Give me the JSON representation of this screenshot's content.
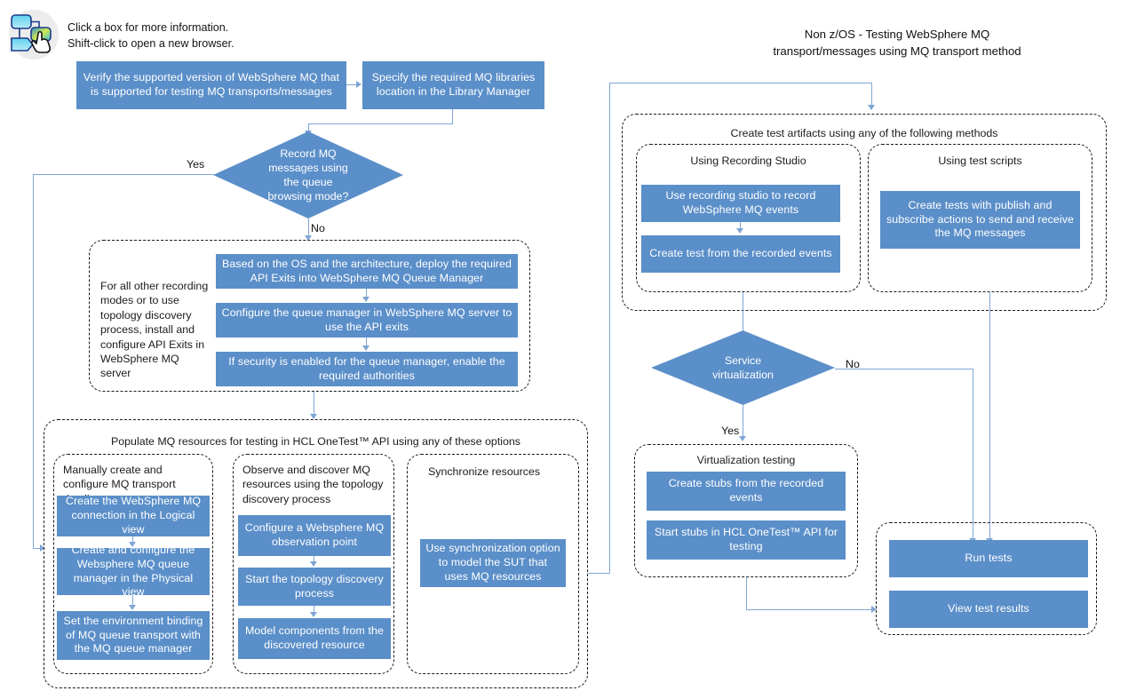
{
  "header": {
    "icon_name": "flowchart-click-icon",
    "note": "Click a box for more information.\nShift-click to open a new browser.",
    "title": "Non z/OS - Testing WebSphere MQ\ntransport/messages using MQ transport method"
  },
  "colors": {
    "box_fill": "#5b8fc9",
    "box_text": "#ffffff",
    "connector": "#7fa6d4",
    "dashed_border": "#1a1a1a",
    "page_text": "#1b1b1b"
  },
  "left_flow": {
    "step_verify": "Verify the supported version of WebSphere MQ that is supported for testing MQ transports/messages",
    "step_libraries": "Specify the required  MQ libraries location in the Library Manager",
    "decision_record": "Record MQ\nmessages using\nthe queue\nbrowsing mode?",
    "decision_record_yes": "Yes",
    "decision_record_no": "No",
    "api_exits_group": {
      "side_note": "For all other recording modes or to use topology discovery process, install and configure API Exits in WebSphere MQ server",
      "steps": [
        "Based on the OS and the architecture, deploy the required API Exits into WebSphere MQ Queue Manager",
        "Configure the queue manager in WebSphere MQ server to use the API exits",
        "If security is enabled for the queue manager, enable the required authorities"
      ]
    },
    "populate_group": {
      "title": "Populate MQ resources for testing in HCL OneTest™ API using any of these options",
      "columns": [
        {
          "heading": "Manually create and configure MQ transport details",
          "steps": [
            "Create the WebSphere MQ connection in the Logical view",
            "Create and configure the Websphere MQ queue manager in the Physical view",
            "Set the environment binding of MQ queue transport with the MQ queue manager"
          ]
        },
        {
          "heading": "Observe and discover MQ resources using the topology discovery process",
          "steps": [
            "Configure a Websphere MQ observation point",
            "Start the topology discovery process",
            "Model components from the discovered resource"
          ]
        },
        {
          "heading": "Synchronize resources",
          "steps": [
            "Use synchronization option to model the SUT that uses MQ resources"
          ]
        }
      ]
    }
  },
  "right_flow": {
    "artifacts_group": {
      "title": "Create test artifacts using any of the following methods",
      "columns": [
        {
          "heading": "Using Recording Studio",
          "steps": [
            "Use recording studio to record WebSphere MQ events",
            "Create test from the recorded events"
          ]
        },
        {
          "heading": "Using test scripts",
          "steps": [
            "Create tests with publish and subscribe actions to send and receive the MQ messages"
          ]
        }
      ]
    },
    "decision_virtualization": "Service\nvirtualization",
    "decision_virtualization_yes": "Yes",
    "decision_virtualization_no": "No",
    "virtualization_group": {
      "heading": "Virtualization testing",
      "steps": [
        "Create stubs from the recorded events",
        "Start stubs in HCL OneTest™ API for testing"
      ]
    },
    "results_group": {
      "steps": [
        "Run tests",
        "View test results"
      ]
    }
  }
}
